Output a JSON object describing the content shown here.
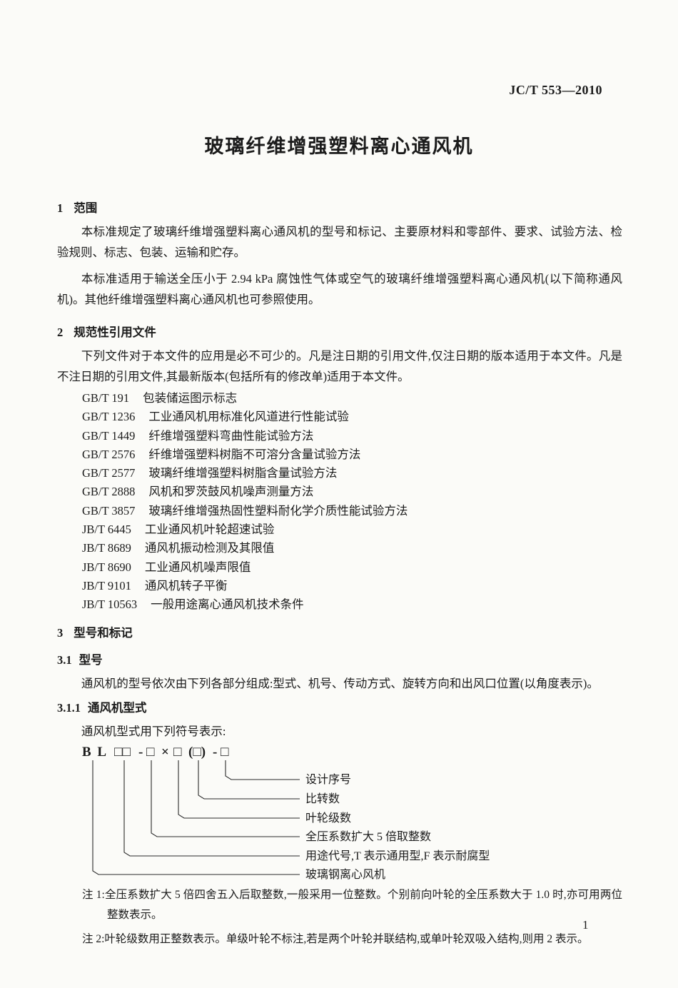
{
  "header": {
    "doc_code": "JC/T 553—2010"
  },
  "title": "玻璃纤维增强塑料离心通风机",
  "section_scope": {
    "number": "1",
    "heading": "范围",
    "para1": "本标准规定了玻璃纤维增强塑料离心通风机的型号和标记、主要原材料和零部件、要求、试验方法、检验规则、标志、包装、运输和贮存。",
    "para2": "本标准适用于输送全压小于 2.94 kPa 腐蚀性气体或空气的玻璃纤维增强塑料离心通风机(以下简称通风机)。其他纤维增强塑料离心通风机也可参照使用。"
  },
  "section_references": {
    "number": "2",
    "heading": "规范性引用文件",
    "para1": "下列文件对于本文件的应用是必不可少的。凡是注日期的引用文件,仅注日期的版本适用于本文件。凡是不注日期的引用文件,其最新版本(包括所有的修改单)适用于本文件。",
    "items": [
      {
        "code": "GB/T 191",
        "title": "包装储运图示标志"
      },
      {
        "code": "GB/T 1236",
        "title": "工业通风机用标准化风道进行性能试验"
      },
      {
        "code": "GB/T 1449",
        "title": "纤维增强塑料弯曲性能试验方法"
      },
      {
        "code": "GB/T 2576",
        "title": "纤维增强塑料树脂不可溶分含量试验方法"
      },
      {
        "code": "GB/T 2577",
        "title": "玻璃纤维增强塑料树脂含量试验方法"
      },
      {
        "code": "GB/T 2888",
        "title": "风机和罗茨鼓风机噪声测量方法"
      },
      {
        "code": "GB/T 3857",
        "title": "玻璃纤维增强热固性塑料耐化学介质性能试验方法"
      },
      {
        "code": "JB/T 6445",
        "title": "工业通风机叶轮超速试验"
      },
      {
        "code": "JB/T 8689",
        "title": "通风机振动检测及其限值"
      },
      {
        "code": "JB/T 8690",
        "title": "工业通风机噪声限值"
      },
      {
        "code": "JB/T 9101",
        "title": "通风机转子平衡"
      },
      {
        "code": "JB/T 10563",
        "title": "一般用途离心通风机技术条件"
      }
    ]
  },
  "section_model": {
    "number": "3",
    "heading": "型号和标记",
    "sub_model": {
      "number": "3.1",
      "heading": "型号",
      "para1": "通风机的型号依次由下列各部分组成:型式、机号、传动方式、旋转方向和出风口位置(以角度表示)。"
    },
    "sub_type": {
      "number": "3.1.1",
      "heading": "通风机型式",
      "para1": "通风机型式用下列符号表示:",
      "formula": {
        "prefix": "B L",
        "boxes_pair": "□□",
        "dash1": "-",
        "box_pressure": "□",
        "times": "×",
        "box_stage": "□",
        "box_speed": "(□)",
        "dash2": "-",
        "box_design": "□"
      },
      "labels": {
        "design": "设计序号",
        "speed": "比转数",
        "stage": "叶轮级数",
        "pressure": "全压系数扩大 5 倍取整数",
        "use": "用途代号,T 表示通用型,F 表示耐腐型",
        "fan": "玻璃钢离心风机"
      },
      "note1": "注 1:全压系数扩大 5 倍四舍五入后取整数,一般采用一位整数。个别前向叶轮的全压系数大于 1.0 时,亦可用两位整数表示。",
      "note2": "注 2:叶轮级数用正整数表示。单级叶轮不标注,若是两个叶轮并联结构,或单叶轮双吸入结构,则用 2 表示。"
    }
  },
  "footer": {
    "page_number": "1"
  }
}
